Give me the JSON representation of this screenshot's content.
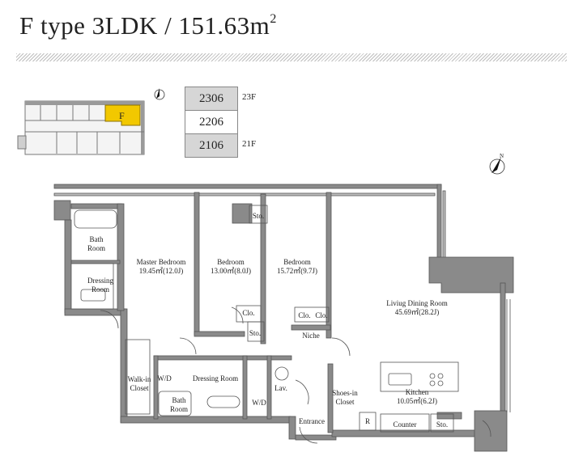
{
  "header": {
    "title_main": "F type 3LDK / 151.63m",
    "title_sup": "2"
  },
  "units": [
    {
      "number": "2306",
      "floor": "23F",
      "highlight": true
    },
    {
      "number": "2206",
      "floor": "",
      "highlight": false
    },
    {
      "number": "2106",
      "floor": "21F",
      "highlight": true
    }
  ],
  "keyplan": {
    "unit_letter": "F",
    "highlight_color": "#f2c800"
  },
  "rooms": {
    "bath1": "Bath",
    "bath1_2": "Room",
    "dressing1": "Dressing",
    "dressing1_2": "Room",
    "master": "Master Bedroom",
    "master_area": "19.45㎡(12.0J)",
    "bed2": "Bedroom",
    "bed2_area": "13.00㎡(8.0J)",
    "bed3": "Bedroom",
    "bed3_area": "15.72㎡(9.7J)",
    "ldk": "Liviug Dining Room",
    "ldk_area": "45.69㎡(28.2J)",
    "sto1": "Sto.",
    "clo1": "Clo.",
    "sto2": "Sto.",
    "clo2": "Clo.",
    "clo3": "Clo.",
    "niche": "Niche",
    "walkin": "Walk-in",
    "walkin_2": "Closet",
    "wd1": "W/D",
    "dressing2": "Dressing Room",
    "bath2": "Bath",
    "bath2_2": "Room",
    "wd2": "W/D",
    "lav": "Lav.",
    "entrance": "Entrance",
    "shoes": "Shoes-in",
    "shoes_2": "Closet",
    "kitchen": "Kitchen",
    "kitchen_area": "10.05㎡(6.2J)",
    "r": "R",
    "counter": "Counter",
    "sto3": "Sto."
  },
  "colors": {
    "wall": "#8a8a8a",
    "wall_dark": "#6f6f6f",
    "line": "#444444",
    "hatch": "#bdbdbd"
  }
}
